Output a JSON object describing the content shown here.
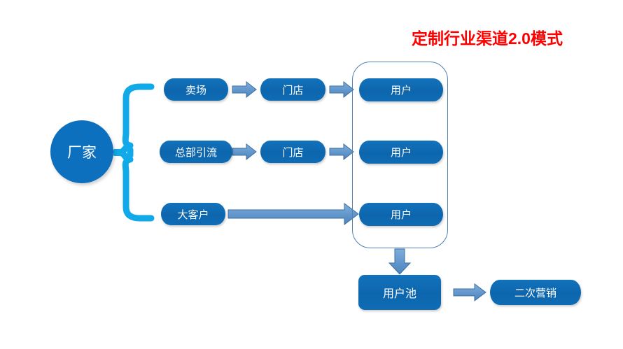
{
  "title": "定制行业渠道2.0模式",
  "colors": {
    "title_red": "#FF0000",
    "node_blue": "#0E6AB4",
    "arrow_blue": "#5B9BD5",
    "brace_blue": "#11A9E8",
    "container_border": "#4E81B4",
    "background": "#FFFFFF"
  },
  "source": {
    "label": "厂家"
  },
  "channels": [
    {
      "label": "卖场"
    },
    {
      "label": "总部引流"
    },
    {
      "label": "大客户"
    }
  ],
  "stores": [
    {
      "label": "门店"
    },
    {
      "label": "门店"
    }
  ],
  "users": [
    {
      "label": "用户"
    },
    {
      "label": "用户"
    },
    {
      "label": "用户"
    }
  ],
  "pool": {
    "label": "用户池"
  },
  "remarketing": {
    "label": "二次营销"
  },
  "icons": {
    "brace": "curly-brace-icon",
    "arrow_right": "arrow-right-icon",
    "arrow_down": "arrow-down-icon",
    "arrow_long_right": "long-arrow-right-icon"
  }
}
